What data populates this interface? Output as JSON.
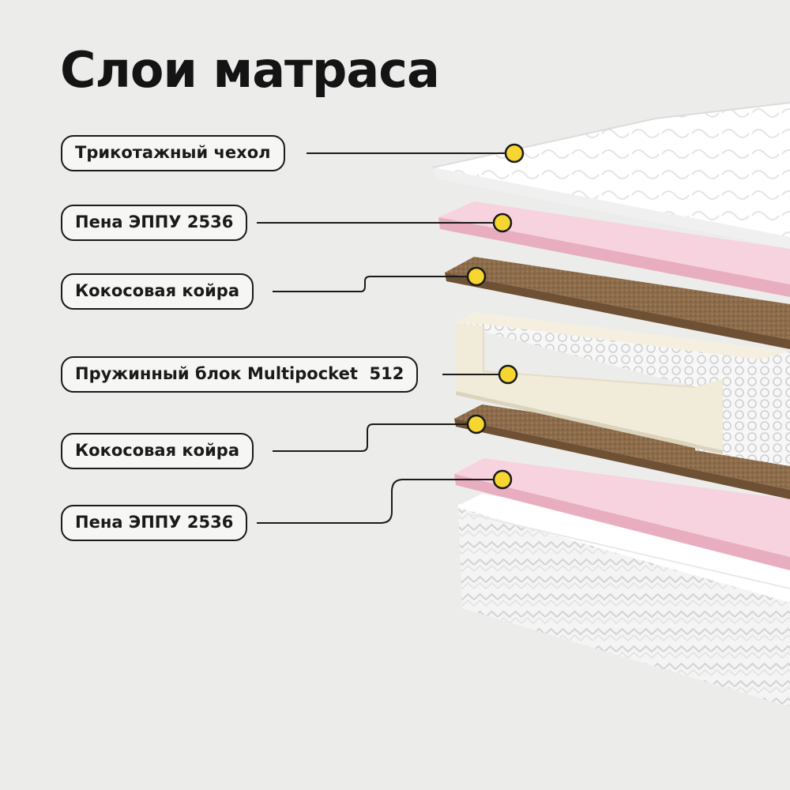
{
  "title": "Слои матраса",
  "layers": [
    {
      "label": "Трикотажный чехол"
    },
    {
      "label": "Пена ЭППУ 2536"
    },
    {
      "label": "Кокосовая койра"
    },
    {
      "label": "Пружинный блок Multipocket  512"
    },
    {
      "label": "Кокосовая койра"
    },
    {
      "label": "Пена ЭППУ 2536"
    }
  ],
  "colors": {
    "background": "#ecedeb",
    "marker": "#f7d631",
    "cover": "#ffffff",
    "foam": "#f3c4d3",
    "coir": "#8a6a4a",
    "spring_frame": "#f1ebd9"
  }
}
